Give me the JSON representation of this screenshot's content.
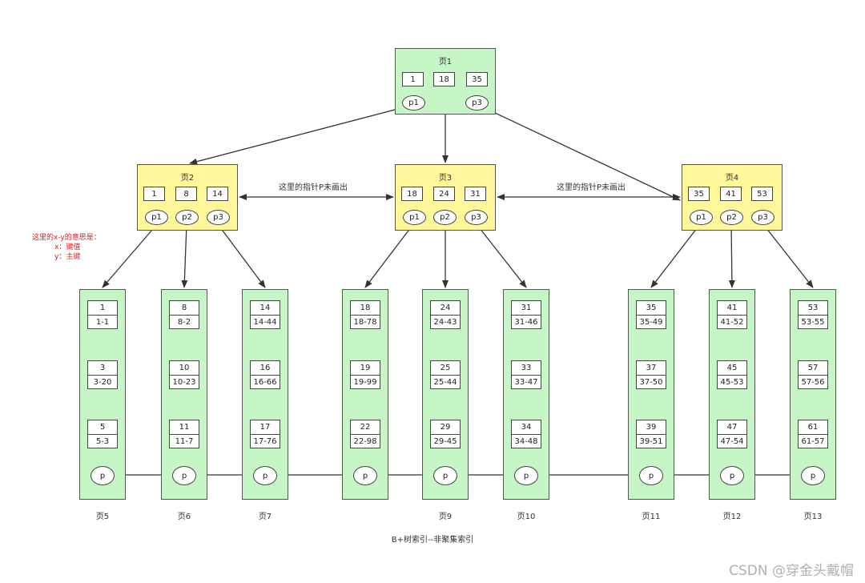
{
  "root": {
    "title": "页1",
    "keys": [
      "1",
      "18",
      "35"
    ],
    "pointers": [
      "p1",
      "p3"
    ]
  },
  "internal_pages": [
    {
      "title": "页2",
      "keys": [
        "1",
        "8",
        "14"
      ],
      "pointers": [
        "p1",
        "p2",
        "p3"
      ]
    },
    {
      "title": "页3",
      "keys": [
        "18",
        "24",
        "31"
      ],
      "pointers": [
        "p1",
        "p2",
        "p3"
      ]
    },
    {
      "title": "页4",
      "keys": [
        "35",
        "41",
        "53"
      ],
      "pointers": [
        "p1",
        "p2",
        "p3"
      ]
    }
  ],
  "leaf_pages": [
    {
      "label": "页5",
      "entries": [
        {
          "k": "1",
          "v": "1-1"
        },
        {
          "k": "3",
          "v": "3-20"
        },
        {
          "k": "5",
          "v": "5-3"
        }
      ]
    },
    {
      "label": "页6",
      "entries": [
        {
          "k": "8",
          "v": "8-2"
        },
        {
          "k": "10",
          "v": "10-23"
        },
        {
          "k": "11",
          "v": "11-7"
        }
      ]
    },
    {
      "label": "页7",
      "entries": [
        {
          "k": "14",
          "v": "14-44"
        },
        {
          "k": "16",
          "v": "16-66"
        },
        {
          "k": "17",
          "v": "17-76"
        }
      ]
    },
    {
      "label": "",
      "entries": [
        {
          "k": "18",
          "v": "18-78"
        },
        {
          "k": "19",
          "v": "19-99"
        },
        {
          "k": "22",
          "v": "22-98"
        }
      ]
    },
    {
      "label": "页9",
      "entries": [
        {
          "k": "24",
          "v": "24-43"
        },
        {
          "k": "25",
          "v": "25-44"
        },
        {
          "k": "29",
          "v": "29-45"
        }
      ]
    },
    {
      "label": "页10",
      "entries": [
        {
          "k": "31",
          "v": "31-46"
        },
        {
          "k": "33",
          "v": "33-47"
        },
        {
          "k": "34",
          "v": "34-48"
        }
      ]
    },
    {
      "label": "页11",
      "entries": [
        {
          "k": "35",
          "v": "35-49"
        },
        {
          "k": "37",
          "v": "37-50"
        },
        {
          "k": "39",
          "v": "39-51"
        }
      ]
    },
    {
      "label": "页12",
      "entries": [
        {
          "k": "41",
          "v": "41-52"
        },
        {
          "k": "45",
          "v": "45-53"
        },
        {
          "k": "47",
          "v": "47-54"
        }
      ]
    },
    {
      "label": "页13",
      "entries": [
        {
          "k": "53",
          "v": "53-55"
        },
        {
          "k": "57",
          "v": "57-56"
        },
        {
          "k": "61",
          "v": "61-57"
        }
      ]
    }
  ],
  "leaf_pointer_label": "p",
  "notes": {
    "left_arrow": "这里的指针P未画出",
    "right_arrow": "这里的指针P未画出"
  },
  "legend_note": {
    "line1": "这里的x-y的意思是：",
    "line2": "x：键值",
    "line3": "y：主键"
  },
  "caption": "B+树索引--非聚集索引",
  "watermark": "CSDN @穿金头戴帽",
  "colors": {
    "leaf_fill": "#c6f5c6",
    "internal_fill": "#fff79a",
    "note_red": "#d42020",
    "line": "#333333"
  }
}
